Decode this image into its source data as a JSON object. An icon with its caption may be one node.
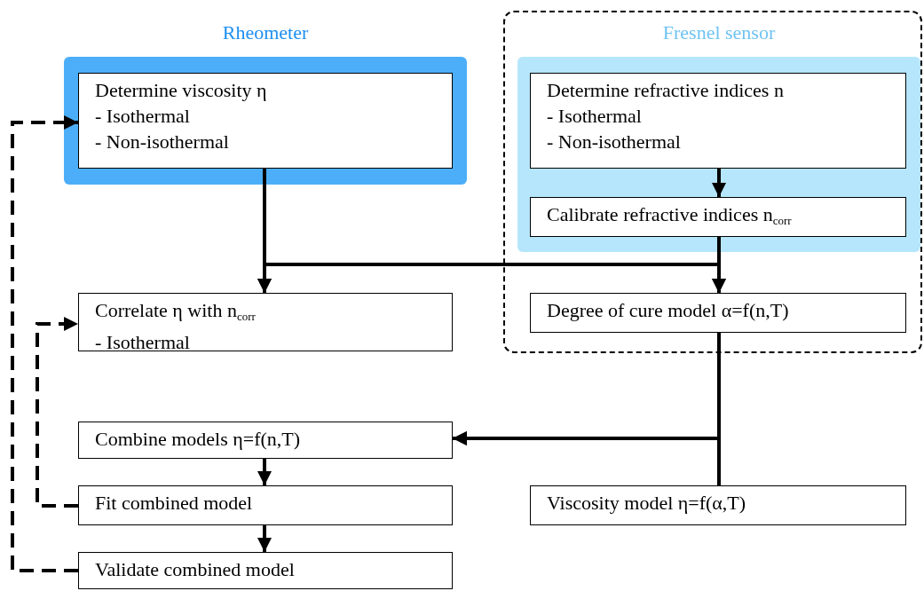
{
  "diagram": {
    "nodes": [
      {
        "text": [
          "Rheometer"
        ]
      },
      {
        "text": [
          "Determine viscosity η",
          "- Isothermal",
          "- Non-isothermal"
        ],
        "in": 0
      },
      {
        "text": [],
        "shape": "box"
      },
      {
        "text": [
          "Fresnel sensor"
        ],
        "in": 2
      },
      {
        "text": [
          "Determine refractive indices n",
          "- Isothermal",
          "- Non-isothermal"
        ],
        "in": 3
      },
      {
        "text": [
          "Calibrate refractive indices n$_{corr}$"
        ],
        "in": 3
      },
      {
        "text": [
          "Degree of cure model α=f(n,T)"
        ],
        "in": 2
      },
      {
        "text": [
          "Correlate η with n$_{corr}$",
          "- Isothermal"
        ]
      },
      {
        "text": [
          "Combine models η=f(n,T)"
        ]
      },
      {
        "text": [
          "Viscosity model η=f(α,T)"
        ]
      },
      {
        "text": [
          "Fit combined model"
        ]
      },
      {
        "text": [
          "Validate combined model"
        ]
      }
    ],
    "edges": [
      {
        "from": 1,
        "to": 7,
        "arrow": "to"
      },
      {
        "from": 1,
        "to": 6,
        "arrow": "to"
      },
      {
        "from": 5,
        "to": 6,
        "arrow": "to"
      },
      {
        "from": 5,
        "to": 7,
        "arrow": "to"
      },
      {
        "from": 4,
        "to": 5,
        "arrow": "to"
      },
      {
        "from": 6,
        "to": 8,
        "arrow": "to"
      },
      {
        "from": 9,
        "to": 8,
        "arrow": "to"
      },
      {
        "from": 8,
        "to": 10,
        "arrow": "to"
      },
      {
        "from": 10,
        "to": 11,
        "arrow": "to"
      },
      {
        "from": 10,
        "to": 7,
        "arrow": "to",
        "style": "dashed"
      },
      {
        "from": 11,
        "to": 1,
        "arrow": "to",
        "style": "dashed"
      }
    ]
  }
}
